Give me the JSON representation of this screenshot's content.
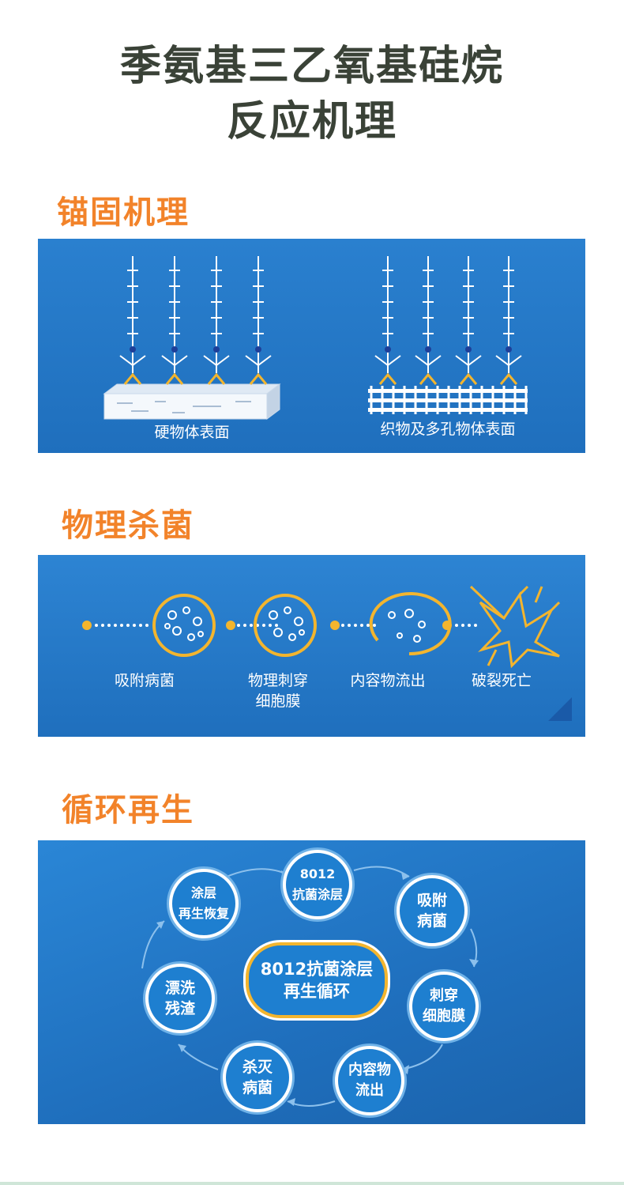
{
  "page": {
    "title_line1": "季氨基三乙氧基硅烷",
    "title_line2": "反应机理"
  },
  "anchoring": {
    "heading": "锚固机理",
    "caption_hard": "硬物体表面",
    "caption_fabric": "织物及多孔物体表面"
  },
  "killing": {
    "heading": "物理杀菌",
    "steps": [
      {
        "label": "吸附病菌"
      },
      {
        "label": "物理刺穿",
        "label2": "细胞膜"
      },
      {
        "label": "内容物流出"
      },
      {
        "label": "破裂死亡"
      }
    ]
  },
  "cycle": {
    "heading": "循环再生",
    "center_line1": "8012抗菌涂层",
    "center_line2": "再生循环",
    "nodes": [
      {
        "l1": "8012",
        "l2": "抗菌涂层"
      },
      {
        "l1": "吸附",
        "l2": "病菌"
      },
      {
        "l1": "刺穿",
        "l2": "细胞膜"
      },
      {
        "l1": "内容物",
        "l2": "流出"
      },
      {
        "l1": "杀灭",
        "l2": "病菌"
      },
      {
        "l1": "漂洗",
        "l2": "残渣"
      },
      {
        "l1": "涂层",
        "l2": "再生恢复"
      }
    ]
  },
  "colors": {
    "title": "#3a4237",
    "heading": "#f2832a",
    "panel_blue": "#2a80cf",
    "accent_yellow": "#f3b52e"
  }
}
